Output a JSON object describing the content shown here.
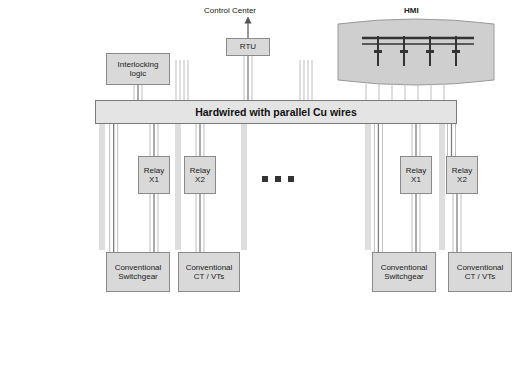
{
  "diagram": {
    "nodes": [
      {
        "text": [
          "RTU"
        ]
      },
      {
        "text": [
          "Interlocking logic"
        ]
      },
      {
        "text": [
          "Hardwired with parallel Cu wires"
        ]
      },
      {
        "text": [
          "Relay X1"
        ]
      },
      {
        "text": [
          "Relay X2"
        ]
      },
      {
        "text": [
          "Relay X1"
        ]
      },
      {
        "text": [
          "Relay X2"
        ]
      },
      {
        "text": [
          "Conventional Switchgear"
        ]
      },
      {
        "text": [
          "Conventional CT / VTs"
        ]
      },
      {
        "text": [
          "Conventional Switchgear"
        ]
      },
      {
        "text": [
          "Conventional CT / VTs"
        ]
      }
    ],
    "edges": [
      {
        "from": 0,
        "to": 2,
        "arrow": "none"
      },
      {
        "from": 1,
        "to": 2,
        "arrow": "none"
      },
      {
        "from": 2,
        "to": 3,
        "arrow": "none"
      },
      {
        "from": 2,
        "to": 4,
        "arrow": "none"
      },
      {
        "from": 2,
        "to": 5,
        "arrow": "none"
      },
      {
        "from": 2,
        "to": 6,
        "arrow": "none"
      },
      {
        "from": 3,
        "to": 7,
        "arrow": "none"
      },
      {
        "from": 4,
        "to": 8,
        "arrow": "none"
      },
      {
        "from": 5,
        "to": 9,
        "arrow": "none"
      },
      {
        "from": 6,
        "to": 10,
        "arrow": "none"
      },
      {
        "from": 2,
        "to": 7,
        "arrow": "none"
      },
      {
        "from": 2,
        "to": 9,
        "arrow": "none"
      }
    ],
    "labels": [
      "Control Center",
      "HMI"
    ]
  }
}
